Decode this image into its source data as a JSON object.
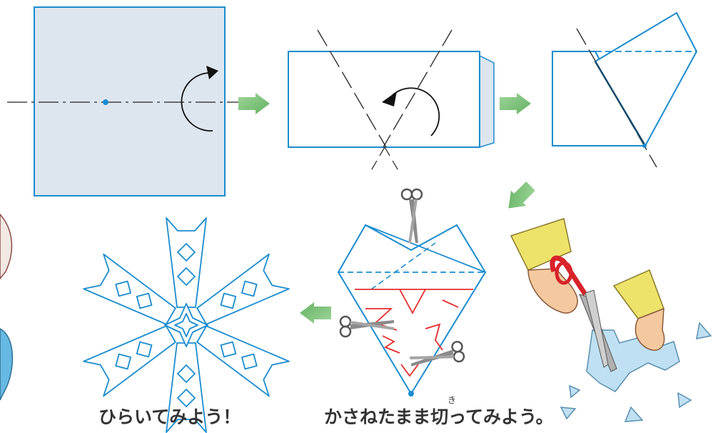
{
  "captions": {
    "open_text": "ひらいてみよう！",
    "cut_text": "かさねたまま切ってみよう。",
    "ruby_ki": "き"
  },
  "colors": {
    "paper_fill": "#dde6ef",
    "outline": "#1a8ccf",
    "cut_line": "#e52b2b",
    "arrow_green": "#7ec27a",
    "skin": "#f4c9a0",
    "sleeve": "#ede36a",
    "scissors_red": "#d8232a",
    "snow_piece": "#bfe0f2"
  },
  "steps": [
    {
      "name": "fold-in-half",
      "icon": "square-fold-icon"
    },
    {
      "name": "fold-into-thirds",
      "icon": "rectangle-fold-icon"
    },
    {
      "name": "folded-shape",
      "icon": "folded-wedge-icon"
    },
    {
      "name": "cut-pattern",
      "icon": "cutting-pattern-icon"
    },
    {
      "name": "cutting-hands",
      "icon": "hands-scissors-icon"
    },
    {
      "name": "snowflake-result",
      "icon": "snowflake-icon"
    }
  ]
}
